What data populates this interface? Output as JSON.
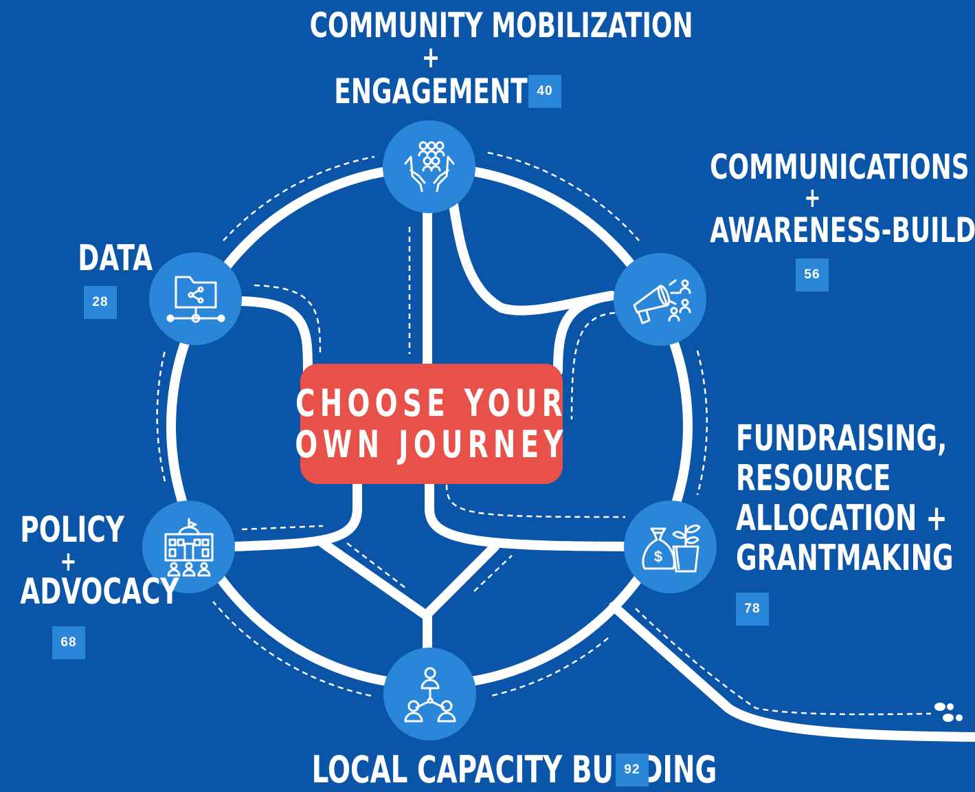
{
  "center": {
    "line1": "CHOOSE YOUR",
    "line2": "OWN JOURNEY"
  },
  "topics": [
    {
      "id": "community",
      "lines": [
        "COMMUNITY MOBILIZATION",
        "+",
        "ENGAGEMENT"
      ],
      "badge": "40",
      "icon": "hands-holding-people-icon"
    },
    {
      "id": "communications",
      "lines": [
        "COMMUNICATIONS",
        "+",
        "AWARENESS-BUILDING"
      ],
      "badge": "56",
      "icon": "megaphone-people-icon"
    },
    {
      "id": "fundraising",
      "lines": [
        "FUNDRAISING,",
        "RESOURCE",
        "ALLOCATION +",
        "GRANTMAKING"
      ],
      "badge": "78",
      "icon": "money-bag-plant-icon"
    },
    {
      "id": "capacity",
      "lines": [
        "LOCAL CAPACITY BUILDING"
      ],
      "badge": "92",
      "icon": "people-network-icon"
    },
    {
      "id": "policy",
      "lines": [
        "POLICY",
        "+",
        "ADVOCACY"
      ],
      "badge": "68",
      "icon": "government-building-icon"
    },
    {
      "id": "data",
      "lines": [
        "DATA"
      ],
      "badge": "28",
      "icon": "folder-network-icon"
    }
  ],
  "colors": {
    "background": "#0a55a8",
    "node": "#2a86d8",
    "center": "#e8514a",
    "path": "#ffffff"
  }
}
